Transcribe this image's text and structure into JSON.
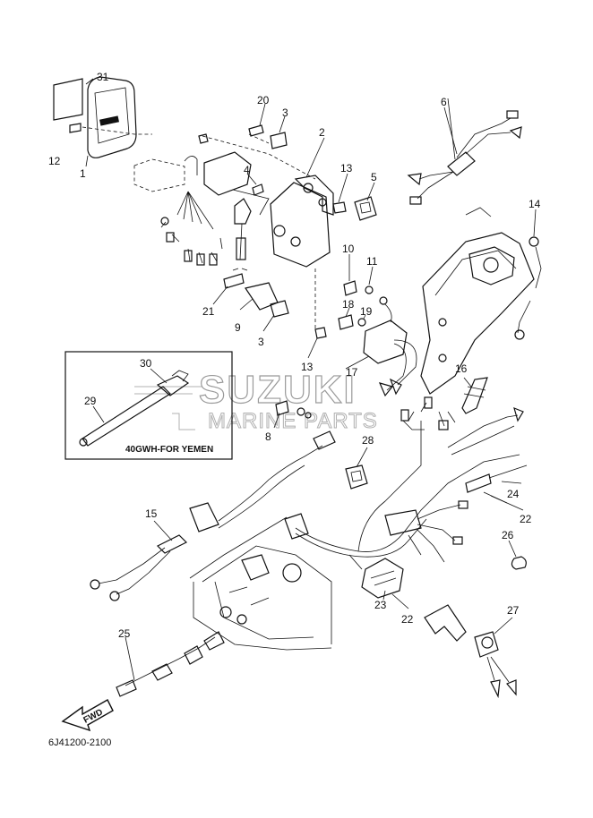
{
  "diagram": {
    "code": "6J41200-2100",
    "inset_label": "40GWH-FOR YEMEN",
    "direction_label": "FWD",
    "watermark": {
      "brand": "SUZUKI",
      "sub": "MARINE PARTS"
    },
    "callouts": [
      {
        "id": "c1",
        "text": "1"
      },
      {
        "id": "c2",
        "text": "2"
      },
      {
        "id": "c3a",
        "text": "3"
      },
      {
        "id": "c3b",
        "text": "3"
      },
      {
        "id": "c4",
        "text": "4"
      },
      {
        "id": "c5",
        "text": "5"
      },
      {
        "id": "c6",
        "text": "6"
      },
      {
        "id": "c8",
        "text": "8"
      },
      {
        "id": "c9",
        "text": "9"
      },
      {
        "id": "c10",
        "text": "10"
      },
      {
        "id": "c11",
        "text": "11"
      },
      {
        "id": "c12",
        "text": "12"
      },
      {
        "id": "c13a",
        "text": "13"
      },
      {
        "id": "c13b",
        "text": "13"
      },
      {
        "id": "c14",
        "text": "14"
      },
      {
        "id": "c15",
        "text": "15"
      },
      {
        "id": "c16",
        "text": "16"
      },
      {
        "id": "c17",
        "text": "17"
      },
      {
        "id": "c18",
        "text": "18"
      },
      {
        "id": "c19",
        "text": "19"
      },
      {
        "id": "c20",
        "text": "20"
      },
      {
        "id": "c21",
        "text": "21"
      },
      {
        "id": "c22a",
        "text": "22"
      },
      {
        "id": "c22b",
        "text": "22"
      },
      {
        "id": "c23",
        "text": "23"
      },
      {
        "id": "c24",
        "text": "24"
      },
      {
        "id": "c25",
        "text": "25"
      },
      {
        "id": "c26",
        "text": "26"
      },
      {
        "id": "c27",
        "text": "27"
      },
      {
        "id": "c28",
        "text": "28"
      },
      {
        "id": "c29",
        "text": "29"
      },
      {
        "id": "c30",
        "text": "30"
      },
      {
        "id": "c31",
        "text": "31"
      }
    ]
  }
}
